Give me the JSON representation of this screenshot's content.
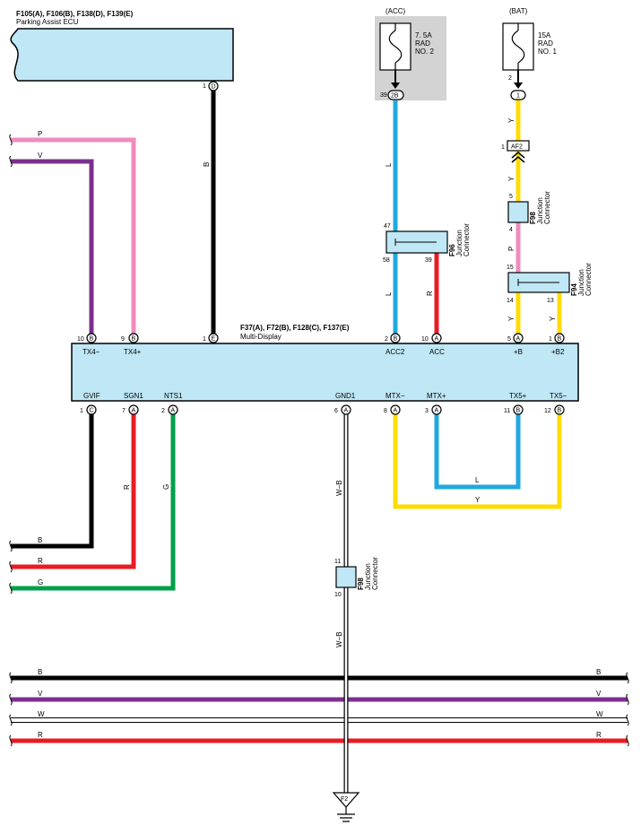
{
  "colors": {
    "component_fill": "#bfe7f5",
    "fuse_box_fill": "#d3d3d3",
    "wire_B": "#000000",
    "wire_P": "#ef8bbf",
    "wire_V": "#7b2f8f",
    "wire_L": "#22a8e0",
    "wire_R": "#e81c24",
    "wire_Y": "#ffdc00",
    "wire_G": "#00a04a",
    "wire_W": "#ffffff"
  },
  "parking_ecu": {
    "id": "F105(A), F106(B), F138(D), F139(E)",
    "name": "Parking Assist ECU",
    "pin_num": "1",
    "pin_con": "D"
  },
  "fuse_acc": {
    "source": "(ACC)",
    "rating": "7. 5A",
    "name1": "RAD",
    "name2": "NO. 2",
    "pin_num": "39",
    "pin_con": "2B"
  },
  "fuse_bat": {
    "source": "(BAT)",
    "rating": "15A",
    "name1": "RAD",
    "name2": "NO. 1",
    "pin_top": "2",
    "pin_bottom": "1"
  },
  "af2": {
    "pin": "1",
    "label": "AF2"
  },
  "f98_top": {
    "id": "F98",
    "line1": "Junction",
    "line2": "Connector",
    "pin_top": "5",
    "pin_bottom": "4"
  },
  "f96": {
    "id": "F96",
    "line1": "Junction",
    "line2": "Connector",
    "pin_top": "47",
    "pin_left": "58",
    "pin_right": "39"
  },
  "f94": {
    "id": "F94",
    "line1": "Junction",
    "line2": "Connector",
    "pin_top": "15",
    "pin_left": "14",
    "pin_right": "13"
  },
  "f98_bottom": {
    "id": "F98",
    "line1": "Junction",
    "line2": "Connector",
    "pin_top": "11",
    "pin_bottom": "10"
  },
  "multi_display": {
    "id": "F37(A), F72(B), F128(C), F137(E)",
    "name": "Multi-Display",
    "top_pins": [
      {
        "num": "10",
        "con": "B",
        "label": "TX4−"
      },
      {
        "num": "9",
        "con": "B",
        "label": "TX4+"
      },
      {
        "num": "1",
        "con": "E",
        "label": ""
      },
      {
        "num": "2",
        "con": "B",
        "label": "ACC2"
      },
      {
        "num": "10",
        "con": "A",
        "label": "ACC"
      },
      {
        "num": "5",
        "con": "A",
        "label": "+B"
      },
      {
        "num": "1",
        "con": "B",
        "label": "+B2"
      }
    ],
    "bottom_pins": [
      {
        "num": "1",
        "con": "C",
        "label": "GVIF"
      },
      {
        "num": "7",
        "con": "A",
        "label": "SGN1"
      },
      {
        "num": "2",
        "con": "A",
        "label": "NTS1"
      },
      {
        "num": "6",
        "con": "A",
        "label": "GND1"
      },
      {
        "num": "8",
        "con": "A",
        "label": "MTX−"
      },
      {
        "num": "3",
        "con": "A",
        "label": "MTX+"
      },
      {
        "num": "11",
        "con": "B",
        "label": "TX5+"
      },
      {
        "num": "12",
        "con": "B",
        "label": "TX5−"
      }
    ]
  },
  "wire_labels": {
    "p": "P",
    "v": "V",
    "b_ecu": "B",
    "l_acc": "L",
    "l_f96": "L",
    "r_f96": "R",
    "y1": "Y",
    "y2": "Y",
    "p_f98": "P",
    "y3": "Y",
    "y4": "Y",
    "r_sgn": "R",
    "g_nts": "G",
    "l_mtx": "L",
    "y_mtx": "Y",
    "b_out": "B",
    "r_out": "R",
    "g_out": "G",
    "wb1": "W−B",
    "wb2": "W−B"
  },
  "bus_wires": [
    {
      "label": "B",
      "color": "#000000"
    },
    {
      "label": "V",
      "color": "#7b2f8f"
    },
    {
      "label": "W",
      "color": "#ffffff"
    },
    {
      "label": "R",
      "color": "#e81c24"
    }
  ],
  "ground": {
    "label": "F2"
  }
}
